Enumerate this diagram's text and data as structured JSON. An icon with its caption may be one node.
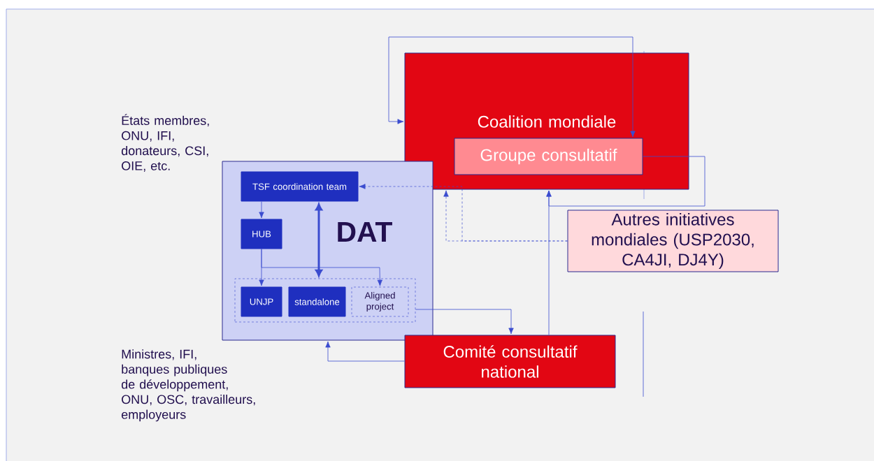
{
  "diagram": {
    "nodes": [
      {
        "text": [
          "Coalition mondiale"
        ]
      },
      {
        "text": [
          "Groupe consultatif"
        ],
        "in": 0
      },
      {
        "text": [
          "DAT"
        ]
      },
      {
        "text": [
          "TSF coordination team"
        ],
        "in": 2
      },
      {
        "text": [
          "HUB"
        ],
        "in": 2
      },
      {
        "text": [],
        "shape": "box",
        "in": 2
      },
      {
        "text": [
          "UNJP"
        ],
        "in": 5
      },
      {
        "text": [
          "standalone"
        ],
        "in": 5
      },
      {
        "text": [
          "Aligned project"
        ],
        "in": 5
      },
      {
        "text": [
          "Autres initiatives mondiales (USP2030, CA4JI, DJ4Y)"
        ]
      },
      {
        "text": [
          "Comité consultatif national"
        ]
      }
    ],
    "edges": [
      {
        "from": 0,
        "to": 1,
        "arrow": "both"
      },
      {
        "from": 10,
        "to": 0,
        "arrow": "to"
      },
      {
        "from": 1,
        "to": 0,
        "arrow": "to"
      },
      {
        "from": 9,
        "to": 3,
        "arrow": "to",
        "style": "dashed"
      },
      {
        "from": 9,
        "to": 0,
        "arrow": "to",
        "style": "dashed"
      },
      {
        "from": 3,
        "to": 4,
        "arrow": "to"
      },
      {
        "from": 4,
        "to": 6,
        "arrow": "to"
      },
      {
        "from": 4,
        "to": 8,
        "arrow": "to"
      },
      {
        "from": 3,
        "to": 5,
        "arrow": "both",
        "style": "thick"
      },
      {
        "from": 5,
        "to": 10,
        "arrow": "to"
      },
      {
        "from": 10,
        "to": 2,
        "arrow": "to"
      }
    ],
    "labels": [
      "États membres, ONU, IFI, donateurs, CSI, OIE, etc.",
      "Ministres, IFI, banques publiques de développement, ONU, OSC, travailleurs, employeurs"
    ]
  }
}
